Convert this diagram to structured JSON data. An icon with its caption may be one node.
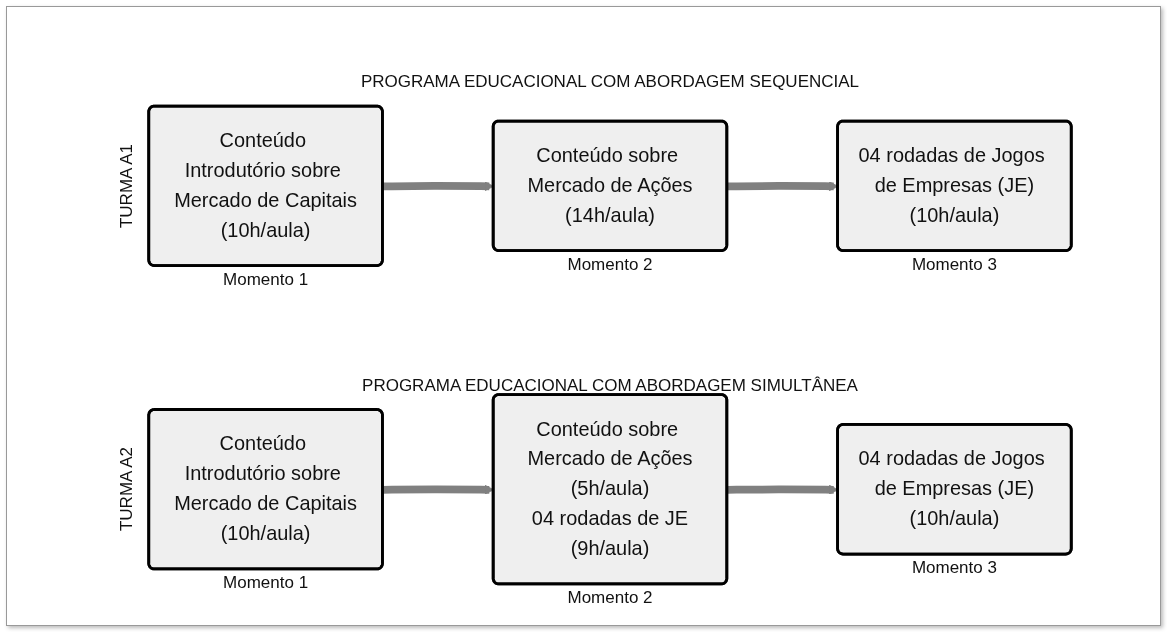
{
  "diagram": {
    "nodes": [
      {
        "text": [
          "Conteúdo Introdutório sobre Mercado de Capitais",
          "(10h/aula)"
        ],
        "beside": [
          "Momento 1"
        ]
      },
      {
        "text": [
          "Conteúdo sobre Mercado de Ações",
          "(14h/aula)"
        ],
        "beside": [
          "Momento 2"
        ]
      },
      {
        "text": [
          "04 rodadas de Jogos de Empresas (JE)",
          "(10h/aula)"
        ],
        "beside": [
          "Momento 3"
        ]
      },
      {
        "text": [
          "Conteúdo Introdutório sobre Mercado de Capitais",
          "(10h/aula)"
        ],
        "beside": [
          "Momento 1"
        ]
      },
      {
        "text": [
          "Conteúdo sobre Mercado de Ações",
          "(5h/aula)",
          "04 rodadas de JE",
          "(9h/aula)"
        ],
        "beside": [
          "Momento 2"
        ]
      },
      {
        "text": [
          "04 rodadas de Jogos de Empresas (JE)",
          "(10h/aula)"
        ],
        "beside": [
          "Momento 3"
        ]
      }
    ],
    "edges": [
      {
        "from": 0,
        "to": 1,
        "arrow": "to"
      },
      {
        "from": 1,
        "to": 2,
        "arrow": "to"
      },
      {
        "from": 3,
        "to": 4,
        "arrow": "to"
      },
      {
        "from": 4,
        "to": 5,
        "arrow": "to"
      }
    ],
    "labels": [
      "PROGRAMA EDUCACIONAL COM ABORDAGEM SEQUENCIAL",
      "TURMA A1",
      "PROGRAMA EDUCACIONAL COM ABORDAGEM  SIMULTÂNEA",
      "TURMA A2"
    ]
  }
}
